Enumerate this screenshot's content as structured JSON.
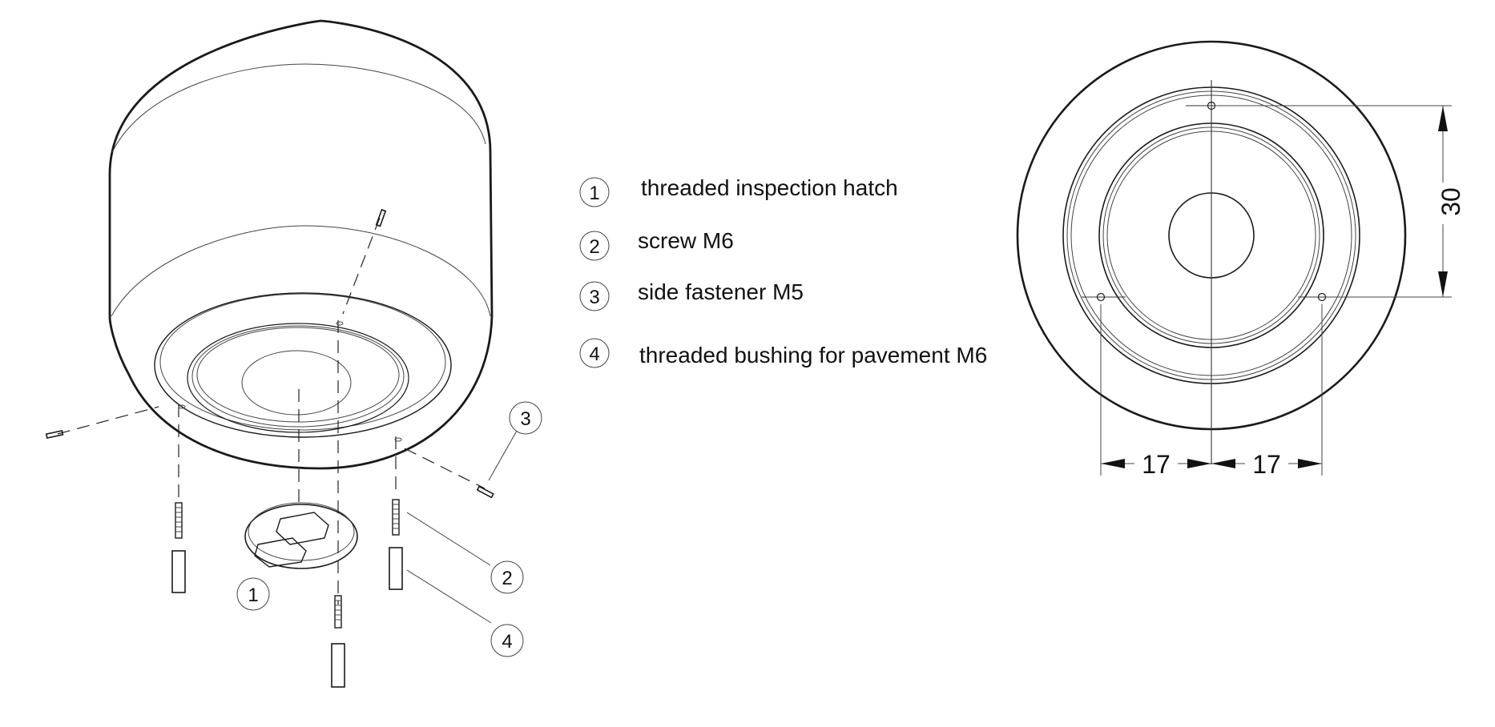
{
  "legend": {
    "items": [
      {
        "num": "1",
        "text": "threaded inspection hatch"
      },
      {
        "num": "2",
        "text": "screw M6"
      },
      {
        "num": "3",
        "text": "side fastener M5"
      },
      {
        "num": "4",
        "text": "threaded bushing for pavement M6"
      }
    ]
  },
  "callouts": {
    "hatch": "1",
    "screw": "2",
    "side_fastener": "3",
    "bushing": "4"
  },
  "dimensions": {
    "vertical": "30",
    "horizontal_left": "17",
    "horizontal_right": "17"
  },
  "colors": {
    "line": "#1a1a1a",
    "background": "#ffffff"
  }
}
